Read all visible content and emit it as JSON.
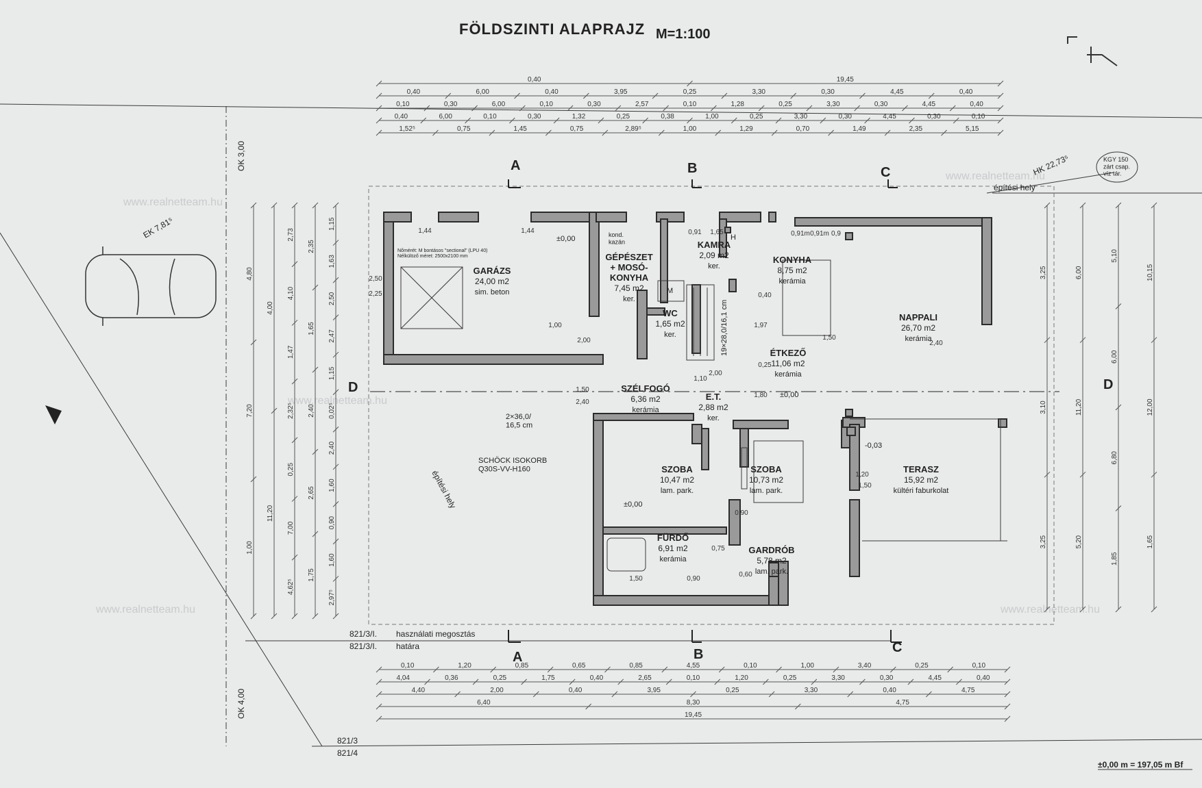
{
  "title": "FÖLDSZINTI ALAPRAJZ",
  "scale": "M=1:100",
  "elevation_note": "±0,00 m = 197,05 m Bf",
  "watermark": "www.realnetteam.hu",
  "rooms": [
    {
      "key": "garazs",
      "name": "GARÁZS",
      "area": "24,00 m2",
      "floor": "sim. beton"
    },
    {
      "key": "gepeszet",
      "name": "GÉPÉSZET\n+ MOSÓ-\nKONYHA",
      "area": "7,45 m2",
      "floor": "ker."
    },
    {
      "key": "kamra",
      "name": "KAMRA",
      "area": "2,09 m2",
      "floor": "ker."
    },
    {
      "key": "konyha",
      "name": "KONYHA",
      "area": "8,75 m2",
      "floor": "kerámia"
    },
    {
      "key": "nappali",
      "name": "NAPPALI",
      "area": "26,70 m2",
      "floor": "kerámia"
    },
    {
      "key": "wc",
      "name": "WC",
      "area": "1,65 m2",
      "floor": "ker."
    },
    {
      "key": "etkezo",
      "name": "ÉTKEZŐ",
      "area": "11,06 m2",
      "floor": "kerámia"
    },
    {
      "key": "szelfogo",
      "name": "SZÉLFOGÓ",
      "area": "6,36 m2",
      "floor": "kerámia"
    },
    {
      "key": "et",
      "name": "E.T.",
      "area": "2,88 m2",
      "floor": "ker."
    },
    {
      "key": "szoba1",
      "name": "SZOBA",
      "area": "10,47 m2",
      "floor": "lam. park."
    },
    {
      "key": "szoba2",
      "name": "SZOBA",
      "area": "10,73 m2",
      "floor": "lam. park."
    },
    {
      "key": "terasz",
      "name": "TERASZ",
      "area": "15,92 m2",
      "floor": "kültéri faburkolat"
    },
    {
      "key": "furdo",
      "name": "FÜRDŐ",
      "area": "6,91 m2",
      "floor": "kerámia"
    },
    {
      "key": "gardrob",
      "name": "GARDRÓB",
      "area": "5,78 m2",
      "floor": "lam. park."
    }
  ],
  "section_labels": [
    "A",
    "B",
    "C",
    "D"
  ],
  "annotations": {
    "zero_level": "±0,00",
    "kond_kazan": "kond.\nkazán",
    "stair": "19×28,0/16,1 cm",
    "ramp": "2×36,0/\n16,5 cm",
    "schock": "SCHÖCK ISOKORB\nQ30S-VV-H160",
    "epitesi_hely": "építési hely",
    "kgy": "KGY 150\nzárt csap.\nvíz tár.",
    "ek": "EK 7,81⁵",
    "hk": "HK 22,73⁵",
    "ok_top": "OK 3,00",
    "ok_bottom": "OK 4,00",
    "parcel_1": "821/3/I.",
    "parcel_1_text": "használati megosztás",
    "parcel_2": "821/3/I.",
    "parcel_2_text": "határa",
    "parcel_3": "821/3",
    "parcel_4": "821/4",
    "garage_note": "Nőmérét: M bontásos \"sectional\" (LPU 40)\nNélkülöző méret: 2500x2100 mm",
    "m_marker": "M",
    "h_marker": "H",
    "edge_mark": "-0,03"
  },
  "dim_rows_top": [
    [
      "0,40",
      "19,45"
    ],
    [
      "0,40",
      "6,00",
      "0,40",
      "3,95",
      "0,25",
      "3,30",
      "0,30",
      "4,45",
      "0,40"
    ],
    [
      "0,10",
      "0,30",
      "6,00",
      "0,10",
      "0,30",
      "2,57",
      "0,10",
      "1,28",
      "0,25",
      "3,30",
      "0,30",
      "4,45",
      "0,40"
    ],
    [
      "0,40",
      "6,00",
      "0,10",
      "0,30",
      "1,32",
      "0,25",
      "0,38",
      "1,00",
      "0,25",
      "3,30",
      "0,30",
      "4,45",
      "0,30",
      "0,10"
    ],
    [
      "1,52⁵",
      "0,75",
      "1,45",
      "0,75",
      "2,89⁵",
      "1,00",
      "1,29",
      "0,70",
      "1,49",
      "2,35",
      "5,15"
    ]
  ],
  "dim_rows_bottom": [
    [
      "0,10",
      "1,20",
      "0,85",
      "0,65",
      "0,85",
      "4,55",
      "0,10",
      "1,00",
      "3,40",
      "0,25",
      "0,10"
    ],
    [
      "4,04",
      "0,36",
      "0,25",
      "1,75",
      "0,40",
      "2,65",
      "0,10",
      "1,20",
      "0,25",
      "3,30",
      "0,30",
      "4,45",
      "0,40"
    ],
    [
      "4,40",
      "2,00",
      "0,40",
      "3,95",
      "0,25",
      "3,30",
      "0,40",
      "4,75"
    ],
    [
      "6,40",
      "8,30",
      "4,75"
    ],
    [
      "19,45"
    ]
  ],
  "dim_cols_left": [
    [
      "4,80",
      "7,20",
      "1,00"
    ],
    [
      "4,00",
      "11,20"
    ],
    [
      "2,73",
      "4,10",
      "1,47",
      "2,32⁵",
      "0,25",
      "7,00",
      "4,62⁵"
    ],
    [
      "2,35",
      "1,65",
      "2,40",
      "2,65",
      "1,75"
    ],
    [
      "1,15",
      "1,63",
      "2,50",
      "2,47",
      "1,15",
      "0,02⁵",
      "2,40",
      "1,60",
      "0,90",
      "1,60",
      "2,97⁵"
    ]
  ],
  "dim_cols_right": [
    [
      "3,25",
      "3,10",
      "3,25"
    ],
    [
      "6,00",
      "11,20",
      "5,20"
    ],
    [
      "5,10",
      "6,00",
      "6,80",
      "1,85"
    ],
    [
      "10,15",
      "12,00",
      "1,65"
    ]
  ],
  "inner_dims": [
    "1,44",
    "1,44",
    "0,91",
    "1,65",
    "0,91m",
    "0,91m",
    "0,9",
    "2,50",
    "2,25",
    "1,00",
    "2,00",
    "1,50",
    "2,40",
    "1,10",
    "2,00",
    "1,80",
    "1,97",
    "0,40",
    "0,25",
    "1,50",
    "2,40",
    "1,20",
    "1,50",
    "0,90",
    "0,75",
    "0,60",
    "1,50",
    "0,90"
  ]
}
